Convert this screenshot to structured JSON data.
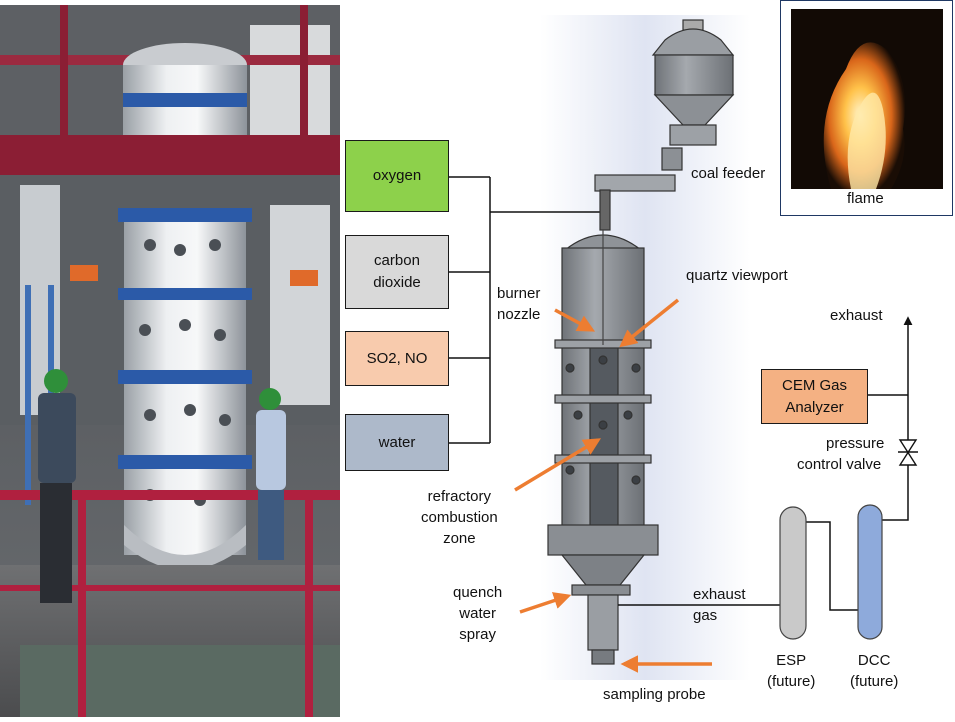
{
  "gas_inputs": {
    "oxygen": "oxygen",
    "carbon_dioxide": [
      "carbon",
      "dioxide"
    ],
    "so2_no": "SO2, NO",
    "water": "water"
  },
  "reactor_labels": {
    "coal_feeder": "coal feeder",
    "burner_nozzle": [
      "burner",
      "nozzle"
    ],
    "quartz_viewport": "quartz viewport",
    "refractory_zone": [
      "refractory",
      "combustion",
      "zone"
    ],
    "quench_spray": [
      "quench",
      "water",
      "spray"
    ],
    "sampling_probe": "sampling probe",
    "exhaust_gas": [
      "exhaust",
      "gas"
    ]
  },
  "exhaust_train": {
    "exhaust": "exhaust",
    "cem_analyzer": [
      "CEM Gas",
      "Analyzer"
    ],
    "pressure_valve": [
      "pressure",
      "control valve"
    ],
    "esp": [
      "ESP",
      "(future)"
    ],
    "dcc": [
      "DCC",
      "(future)"
    ]
  },
  "flame_inset": {
    "caption": "flame"
  },
  "colors": {
    "oxygen_fill": "#8dd14b",
    "co2_fill": "#d9d9d9",
    "so2_fill": "#f8cbad",
    "water_fill": "#adb9ca",
    "cem_fill": "#f4b183",
    "esp_fill": "#c9c9c9",
    "dcc_fill": "#8eaadb",
    "arrow": "#ed7d31"
  },
  "icons": [
    "facility-photo",
    "flame-photo",
    "reactor-vessel",
    "pressure-valve-icon",
    "exhaust-arrow-icon"
  ]
}
